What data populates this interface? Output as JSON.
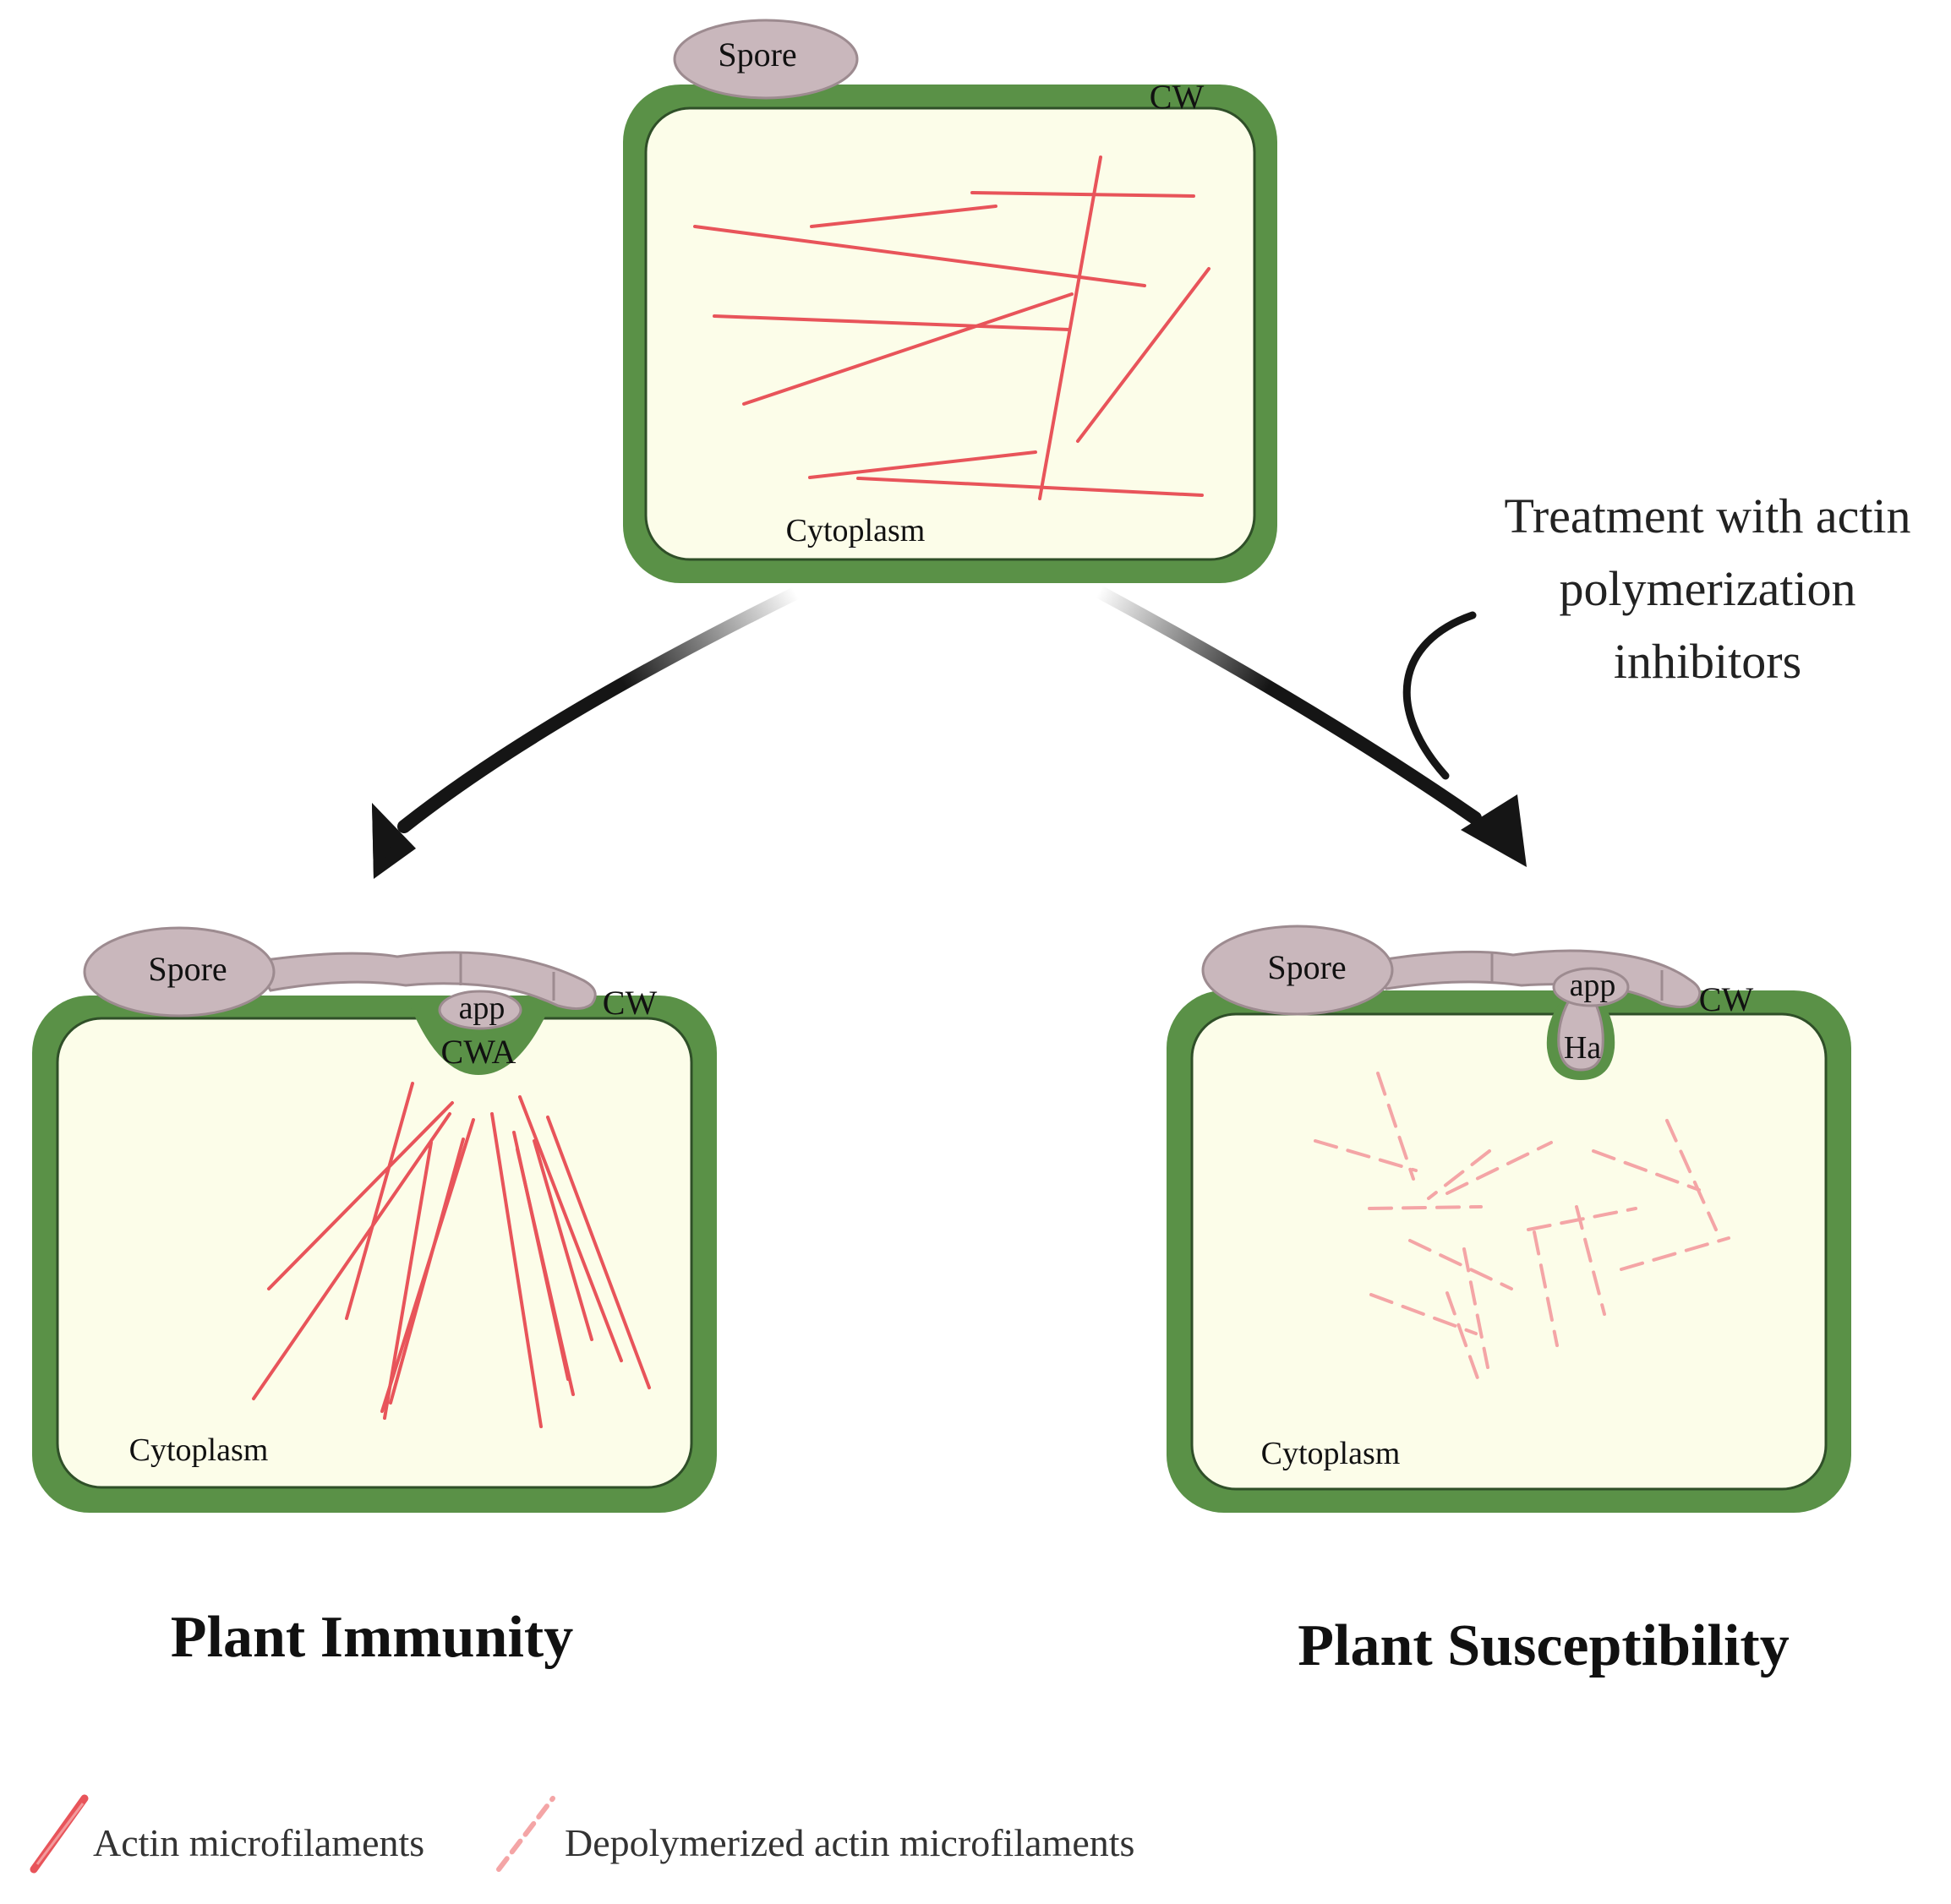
{
  "top_cell": {
    "spore_label": "Spore",
    "cw_label": "CW",
    "cytoplasm_label": "Cytoplasm"
  },
  "left_cell": {
    "spore_label": "Spore",
    "app_label": "app",
    "cwa_label": "CWA",
    "cw_label": "CW",
    "cytoplasm_label": "Cytoplasm"
  },
  "right_cell": {
    "spore_label": "Spore",
    "app_label": "app",
    "ha_label": "Ha",
    "cw_label": "CW",
    "cytoplasm_label": "Cytoplasm"
  },
  "treatment": {
    "line1": "Treatment with actin",
    "line2": "polymerization",
    "line3": "inhibitors"
  },
  "outcomes": {
    "left_title": "Plant Immunity",
    "right_title": "Plant Susceptibility"
  },
  "legend": {
    "solid_label": "Actin microfilaments",
    "dashed_label": "Depolymerized actin microfilaments"
  },
  "colors": {
    "cell_wall": "#5a9147",
    "cytoplasm": "#fcfde9",
    "actin": "#e8545a",
    "actin_depolymerized": "#f4a5a6",
    "spore": "#c9b7bc",
    "arrow": "#151515"
  }
}
